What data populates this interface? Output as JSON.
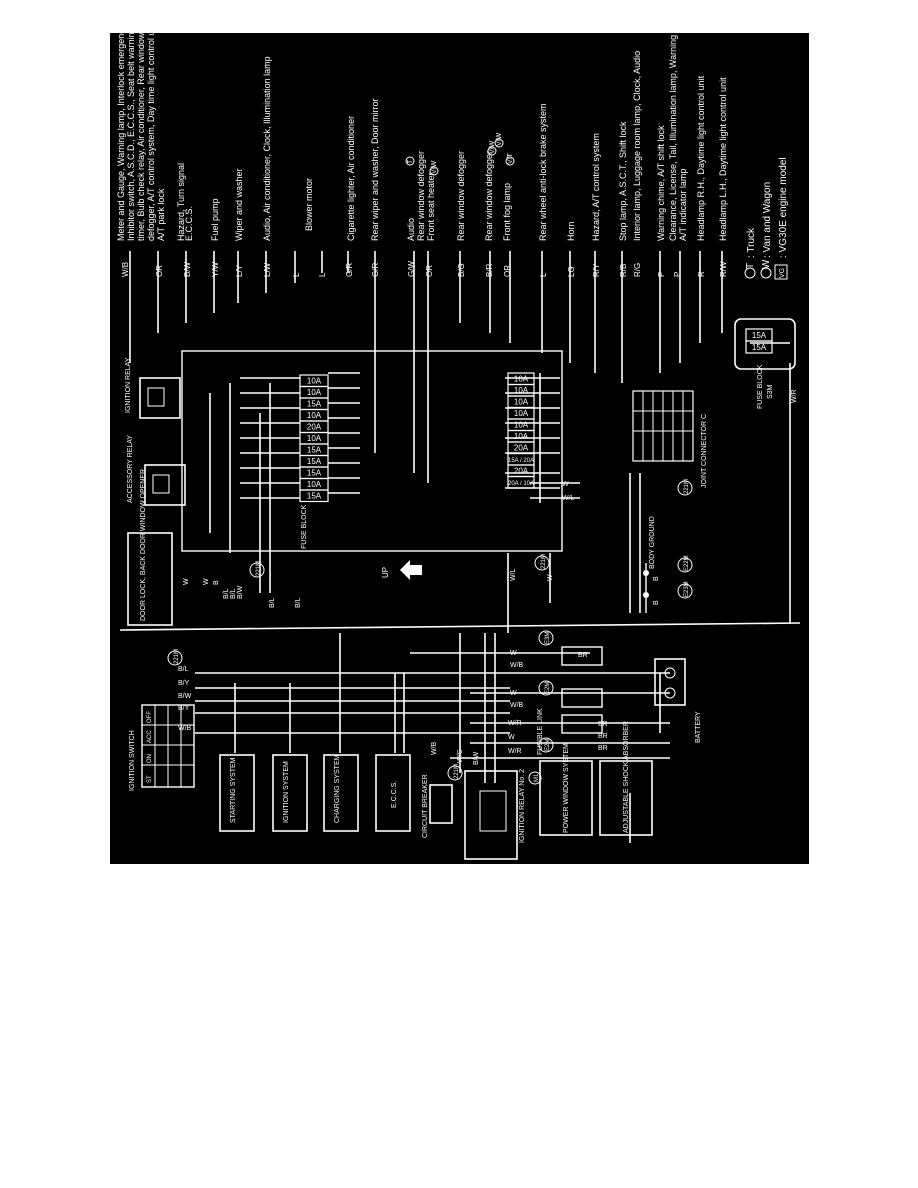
{
  "diagram": {
    "consumers": [
      "Meter and Gauge, Warning lamp, Interlock emergency relay,",
      "Inhibitor switch, A.S.C.D., E.C.C.S., Seat belt warning",
      "timer, Bulb check relay, Air conditioner, Rear window",
      "defogger, A/T control system, Day time light control unit,",
      "A/T park lock",
      "Hazard, Turn signal",
      "E.C.C.S.",
      "Fuel pump",
      "Wiper and washer",
      "Audio, Air conditioner, Clock, Illumination lamp",
      "Blower motor",
      "Cigarette lighter, Air conditioner",
      "Rear wiper and washer, Door mirror",
      "Audio",
      "Rear window defogger",
      "Front seat heater",
      "Rear window defogger",
      "Rear window defogger",
      "Front fog lamp",
      "Rear wheel anti-lock brake system",
      "Horn",
      "Hazard, A/T control system",
      "Stop lamp, A.S.C.T., Shift lock",
      "Interior lamp, Luggage room lamp, Clock, Audio",
      "Warning chime, A/T shift lock",
      "Clearance, License, Tail, Illumination lamp, Warning chime,",
      "A/T indicator lamp",
      "Headlamp R.H., Daytime light control unit",
      "Headlamp L.H., Daytime light control unit"
    ],
    "wire_codes": [
      "W/B",
      "OR",
      "B/W",
      "Y/W",
      "L/Y",
      "L/W",
      "L",
      "L",
      "G/R",
      "G/R",
      "G/W",
      "OR",
      "B/G",
      "B/R",
      "OR",
      "L",
      "LG",
      "R/Y",
      "R/B",
      "R/G",
      "P",
      "P",
      "R",
      "R/W"
    ],
    "consumer_tags": [
      "T",
      "V/W",
      "V/W",
      "V/W",
      "V/T"
    ],
    "legend": [
      {
        "code": "T",
        "text": ": Truck"
      },
      {
        "code": "W",
        "text": ": Van and Wagon"
      },
      {
        "code": "VG",
        "text": ": VG30E engine model"
      }
    ],
    "fuse_block_left": [
      "10A",
      "10A",
      "15A",
      "10A",
      "20A",
      "10A",
      "15A",
      "15A",
      "15A",
      "10A",
      "15A"
    ],
    "fuse_block_right": [
      "10A",
      "10A",
      "10A",
      "10A",
      "10A",
      "10A",
      "20A",
      "15A / 20A",
      "20A",
      "20A / 10A"
    ],
    "fuse_block_upper": [
      "15A",
      "15A"
    ],
    "labels": {
      "ignition_relay": "IGNITION RELAY",
      "accessory_relay": "ACCESSORY RELAY",
      "fuse_block": "FUSE BLOCK",
      "fuse_block_upper": "FUSE BLOCK",
      "fuse_block_code": "S3M",
      "up": "UP",
      "door_lock": "DOOR LOCK, BACK DOOR WINDOW OPENER",
      "ignition_switch": "IGNITION SWITCH",
      "ignition_switch_positions": [
        "ST",
        "ON",
        "ACC",
        "OFF"
      ],
      "starting_system": "STARTING SYSTEM",
      "ignition_system": "IGNITION SYSTEM",
      "charging_system": "CHARGING SYSTEM",
      "eccs": "E.C.C.S.",
      "circuit_breaker": "CIRCUIT BREAKER",
      "ignition_relay_no2": "IGNITION RELAY No. 2",
      "power_window": "POWER WINDOW SYSTEM",
      "shock_absorber": "ADJUSTABLE SHOCK ABSORBER",
      "fusible_link": "FUSIBLE LINK",
      "battery": "BATTERY",
      "body_ground": "BODY GROUND",
      "joint_connector": "JOINT CONNECTOR C",
      "connector_221m": "221M",
      "connector_m1": "M1",
      "connector_e3m": "E3M",
      "connector_e2m": "E2M",
      "connector_e3ma": "E3M",
      "connector_e2ma": "E2M",
      "connector_e22m": "E22M",
      "connector_e23m": "E23M",
      "wire_w": "W",
      "wire_wl": "W/L",
      "wire_bl": "B/L",
      "wire_b": "B",
      "wire_bw": "B/W",
      "wire_by": "B/Y",
      "wire_wb": "W/B",
      "wire_wr": "W/R",
      "wire_wg": "W/G",
      "wire_br": "BR"
    }
  }
}
